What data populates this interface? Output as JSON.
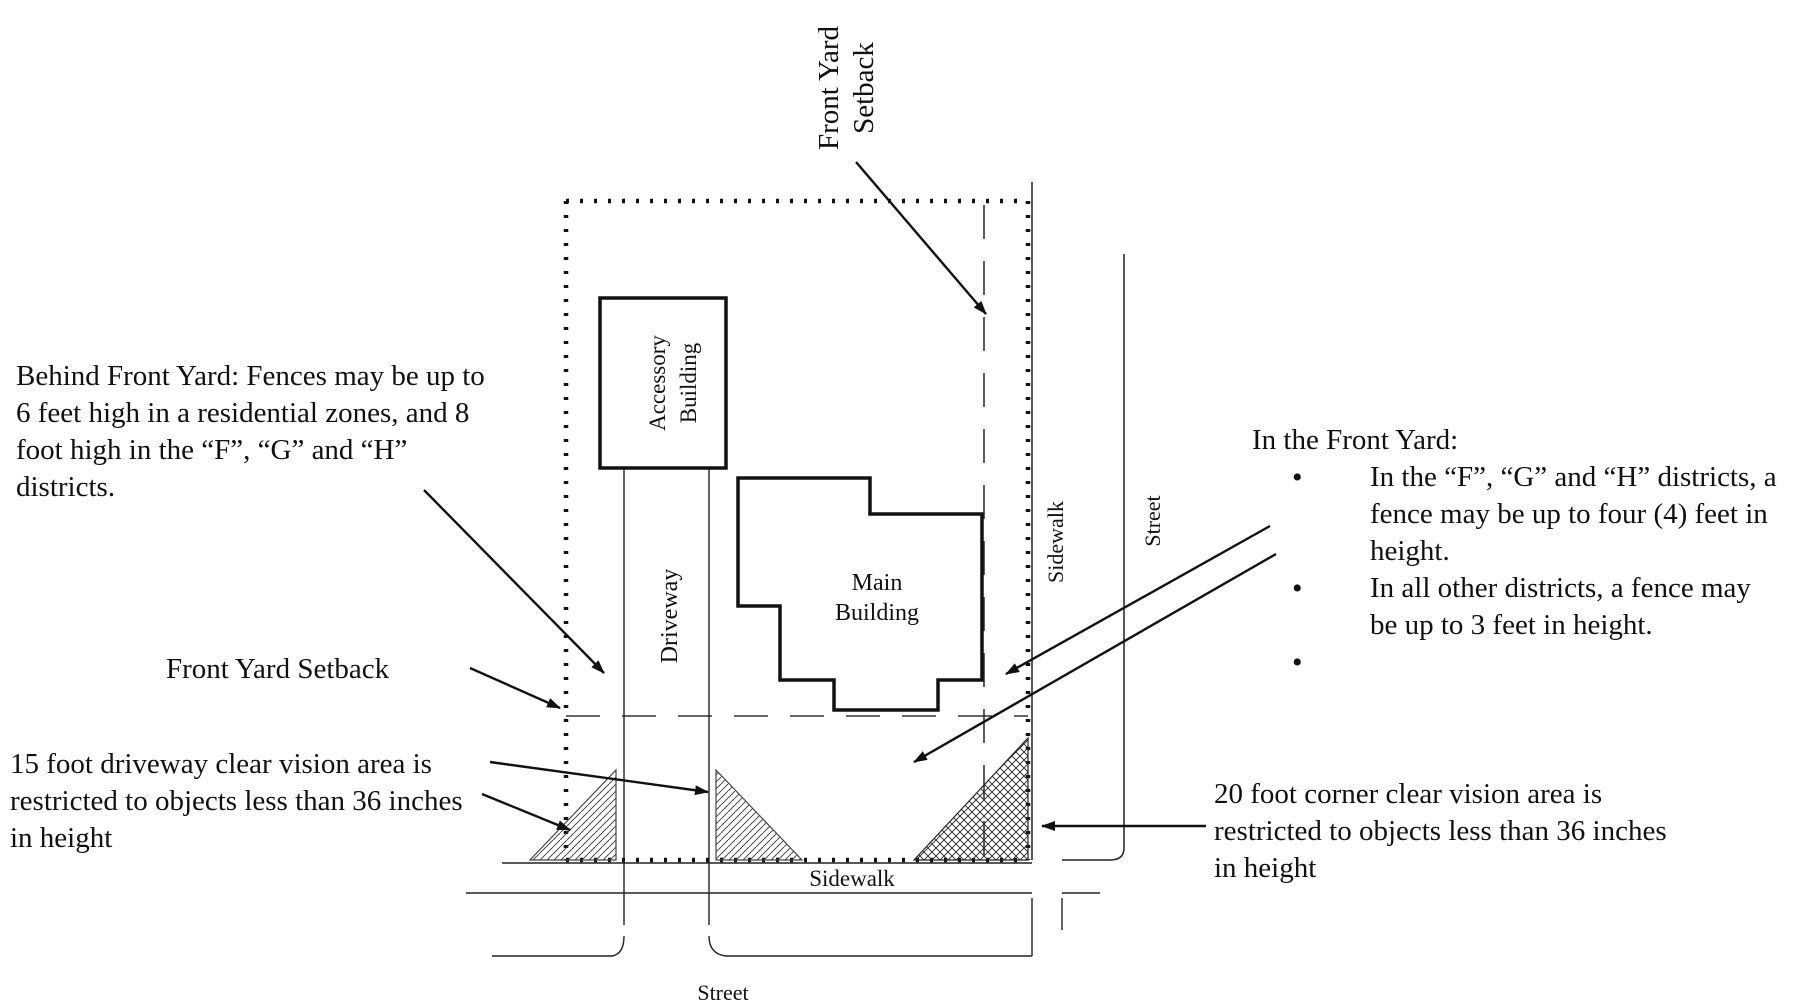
{
  "labels": {
    "front_yard_setback_top_line1": "Front Yard",
    "front_yard_setback_top_line2": "Setback",
    "accessory_building_line1": "Accessory",
    "accessory_building_line2": "Building",
    "main_building_line1": "Main",
    "main_building_line2": "Building",
    "driveway": "Driveway",
    "sidewalk_right": "Sidewalk",
    "street_right": "Street",
    "sidewalk_bottom": "Sidewalk",
    "street_bottom": "Street"
  },
  "notes": {
    "behind_front_yard": "Behind Front Yard:  Fences may be up to 6 feet high in a residential zones, and 8 foot high in the “F”, “G” and “H” districts.",
    "front_yard_setback": "Front Yard Setback",
    "driveway_clear_vision": "15 foot driveway clear vision area is restricted to objects less than 36 inches in height",
    "in_front_yard_heading": "In the Front Yard:",
    "in_front_yard_bullets": [
      "In the “F”, “G” and “H” districts, a fence may be up to four (4) feet in height.",
      "In all other districts, a fence may be up to 3 feet in height.",
      ""
    ],
    "corner_clear_vision": "20 foot corner clear vision area is restricted to objects less than 36 inches in height"
  }
}
